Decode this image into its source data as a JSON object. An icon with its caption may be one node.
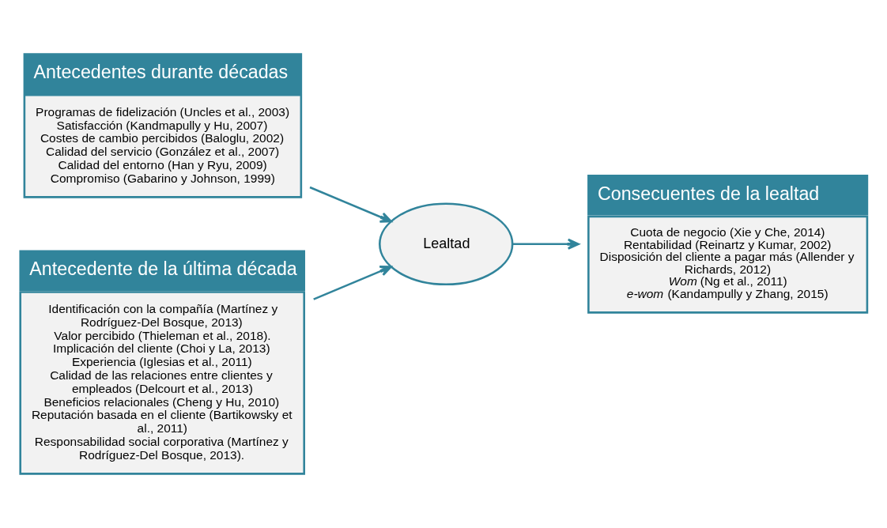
{
  "diagram": {
    "nodes": [
      {
        "text": [
          "Antecedentes durante décadas",
          "Programas de fidelización (Uncles et al., 2003)",
          "Satisfacción (Kandmapully y Hu, 2007)",
          "Costes de cambio percibidos (Baloglu, 2002)",
          "Calidad del servicio (González et al., 2007)",
          "Calidad del entorno (Han y Ryu, 2009)",
          "Compromiso (Gabarino y Johnson, 1999)"
        ]
      },
      {
        "text": [
          "Antecedente de la última década",
          "Identificación con la compañía (Martínez y Rodríguez-Del Bosque, 2013)",
          "Valor percibido (Thieleman et al., 2018).",
          "Implicación del cliente (Choi y La, 2013)",
          "Experiencia (Iglesias et al., 2011)",
          "Calidad de las relaciones entre clientes y empleados (Delcourt et al., 2013)",
          "Beneficios relacionales (Cheng y Hu, 2010)",
          "Reputación basada en el cliente (Bartikowsky et al., 2011)",
          "Responsabilidad social corporativa (Martínez y Rodríguez-Del Bosque, 2013)."
        ]
      },
      {
        "text": [
          "Lealtad"
        ]
      },
      {
        "text": [
          "Consecuentes de la lealtad",
          "Cuota de negocio (Xie y Che, 2014)",
          "Rentabilidad (Reinartz y Kumar, 2002)",
          "Disposición del cliente a pagar más (Allender y Richards, 2012)",
          "*Wom* (Ng et al., 2011)",
          "*e-wom* (Kandampully y Zhang, 2015)"
        ]
      }
    ],
    "edges": [
      {
        "from": 0,
        "to": 2,
        "arrow": "to"
      },
      {
        "from": 1,
        "to": 2,
        "arrow": "to"
      },
      {
        "from": 2,
        "to": 3,
        "arrow": "to"
      }
    ]
  }
}
